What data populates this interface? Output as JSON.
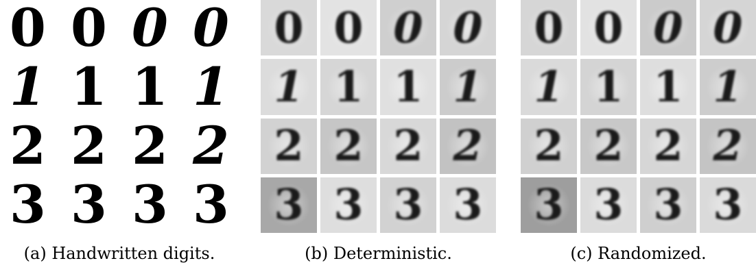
{
  "panels": [
    {
      "caption": "(a) Handwritten digits.",
      "rows": [
        [
          "0",
          "0",
          "0",
          "0"
        ],
        [
          "1",
          "1",
          "1",
          "1"
        ],
        [
          "2",
          "2",
          "2",
          "2"
        ],
        [
          "3",
          "3",
          "3",
          "3"
        ]
      ],
      "styles": [
        [
          "normal",
          "normal",
          "italic",
          "italic"
        ],
        [
          "italic",
          "normal",
          "normal",
          "italic"
        ],
        [
          "normal",
          "normal",
          "normal",
          "italic"
        ],
        [
          "normal",
          "normal",
          "normal",
          "normal"
        ]
      ]
    },
    {
      "caption": "(b) Deterministic.",
      "rows": [
        [
          "0",
          "0",
          "0",
          "0"
        ],
        [
          "1",
          "1",
          "1",
          "1"
        ],
        [
          "2",
          "2",
          "2",
          "2"
        ],
        [
          "3",
          "3",
          "3",
          "3"
        ]
      ],
      "styles": [
        [
          "normal",
          "normal",
          "italic",
          "italic"
        ],
        [
          "italic",
          "normal",
          "normal",
          "italic"
        ],
        [
          "normal",
          "normal",
          "normal",
          "italic"
        ],
        [
          "normal",
          "normal",
          "normal",
          "normal"
        ]
      ],
      "tile_backgrounds": [
        [
          "#d9d9d9",
          "#e3e3e3",
          "#cfcfcf",
          "#d5d5d5"
        ],
        [
          "#dcdcdc",
          "#d6d6d6",
          "#e0e0e0",
          "#cccccc"
        ],
        [
          "#d2d2d2",
          "#c6c6c6",
          "#d8d8d8",
          "#c2c2c2"
        ],
        [
          "#a8a8a8",
          "#dedede",
          "#d2d2d2",
          "#dcdcdc"
        ]
      ]
    },
    {
      "caption": "(c) Randomized.",
      "rows": [
        [
          "0",
          "0",
          "0",
          "0"
        ],
        [
          "1",
          "1",
          "1",
          "1"
        ],
        [
          "2",
          "2",
          "2",
          "2"
        ],
        [
          "3",
          "3",
          "3",
          "3"
        ]
      ],
      "styles": [
        [
          "normal",
          "normal",
          "italic",
          "italic"
        ],
        [
          "italic",
          "normal",
          "normal",
          "italic"
        ],
        [
          "normal",
          "normal",
          "normal",
          "italic"
        ],
        [
          "normal",
          "normal",
          "normal",
          "normal"
        ]
      ],
      "tile_backgrounds": [
        [
          "#d6d6d6",
          "#e2e2e2",
          "#cbcbcb",
          "#d5d5d5"
        ],
        [
          "#dadada",
          "#d4d4d4",
          "#dedede",
          "#cdcdcd"
        ],
        [
          "#d0d0d0",
          "#c8c8c8",
          "#d6d6d6",
          "#c4c4c4"
        ],
        [
          "#9e9e9e",
          "#dcdcdc",
          "#cfcfcf",
          "#dadada"
        ]
      ]
    }
  ]
}
